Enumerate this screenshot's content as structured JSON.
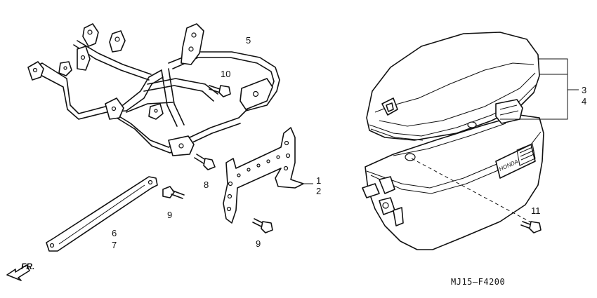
{
  "diagram": {
    "part_code": "MJ15—F4200",
    "forward_label": "FR.",
    "case_brand": "HONDA",
    "callouts": [
      {
        "id": "c1",
        "text": "1"
      },
      {
        "id": "c2",
        "text": "2"
      },
      {
        "id": "c3",
        "text": "3"
      },
      {
        "id": "c4",
        "text": "4"
      },
      {
        "id": "c5",
        "text": "5"
      },
      {
        "id": "c6",
        "text": "6"
      },
      {
        "id": "c7",
        "text": "7"
      },
      {
        "id": "c8",
        "text": "8"
      },
      {
        "id": "c9a",
        "text": "9"
      },
      {
        "id": "c9b",
        "text": "9"
      },
      {
        "id": "c10",
        "text": "10"
      },
      {
        "id": "c11",
        "text": "11"
      }
    ]
  }
}
